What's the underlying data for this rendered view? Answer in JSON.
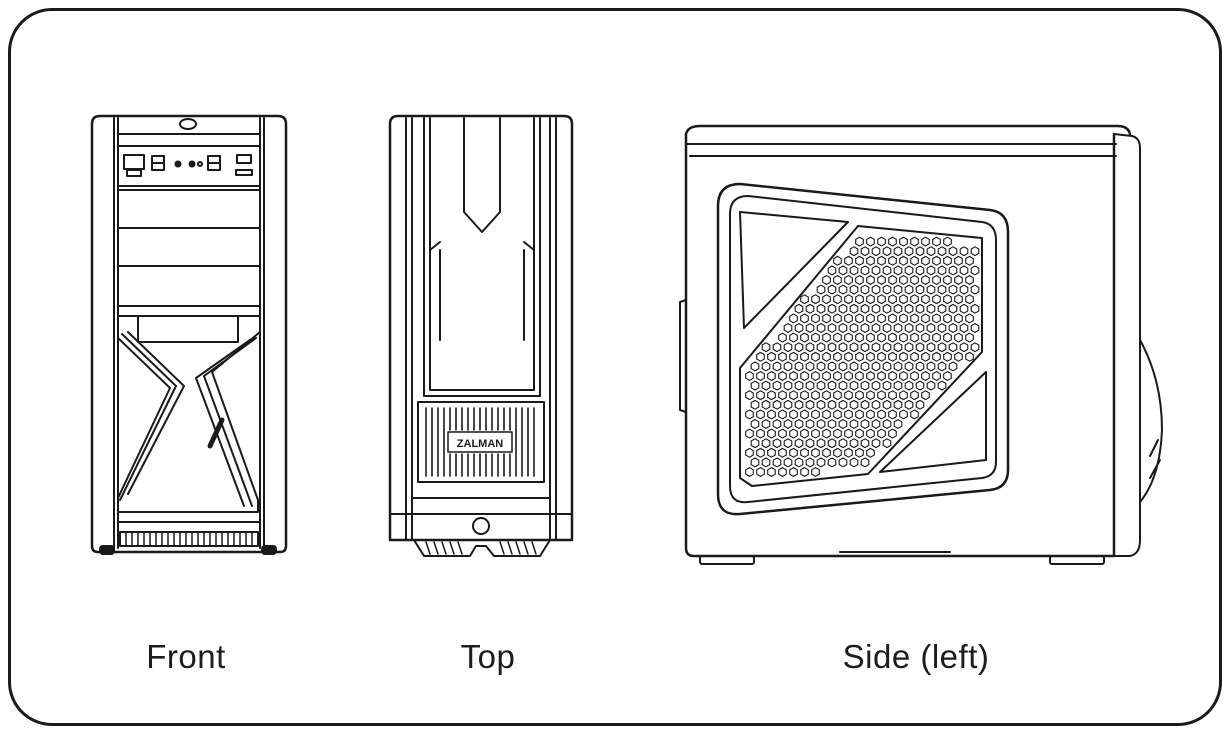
{
  "views": {
    "front": {
      "label": "Front"
    },
    "top": {
      "label": "Top",
      "brand_text": "ZALMAN"
    },
    "side": {
      "label": "Side (left)"
    }
  },
  "colors": {
    "line": "#1a1a1a",
    "background": "#ffffff"
  }
}
